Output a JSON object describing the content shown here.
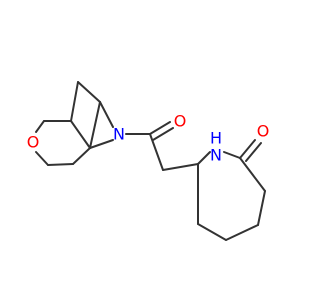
{
  "molecule": {
    "atoms": {
      "oxygen_ring": "O",
      "nitrogen_bicyclic": "N",
      "oxygen_carbonyl_amide_link": "O",
      "nitrogen_lactam": "N",
      "hydrogen_lactam": "H",
      "oxygen_carbonyl_lactam": "O"
    },
    "colors": {
      "bond": "#333333",
      "oxygen": "#ff0000",
      "nitrogen": "#0000ff"
    }
  }
}
